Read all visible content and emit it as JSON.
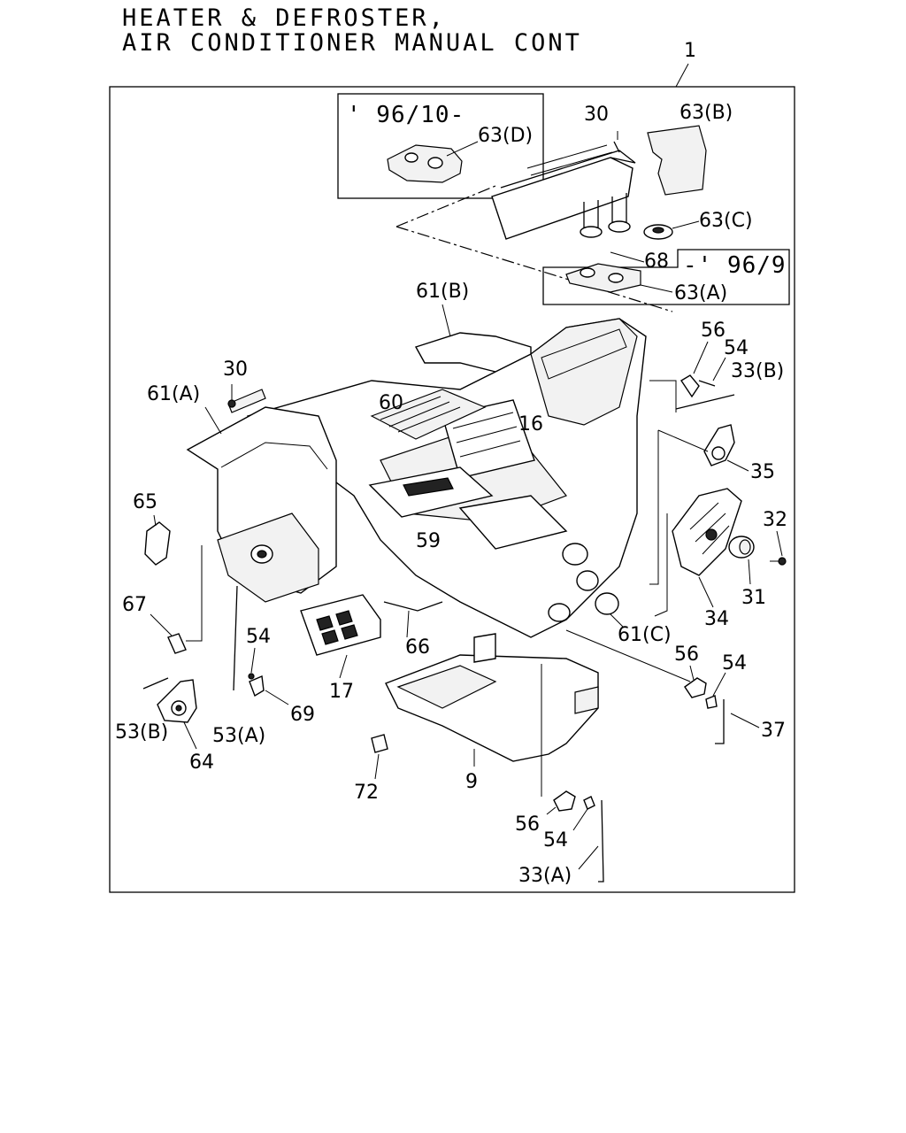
{
  "title": {
    "line1": "HEATER & DEFROSTER,",
    "line2": "AIR CONDITIONER MANUAL CONT"
  },
  "assembly_ref": "1",
  "inset_labels": {
    "from_date": "' 96/10-",
    "to_date": "-' 96/9"
  },
  "callouts": {
    "c30_top": "30",
    "c63b": "63(B)",
    "c63d": "63(D)",
    "c63c": "63(C)",
    "c68": "68",
    "c63a": "63(A)",
    "c61b": "61(B)",
    "c56_top": "56",
    "c54_top": "54",
    "c33b": "33(B)",
    "c30_left": "30",
    "c61a": "61(A)",
    "c60": "60",
    "c16": "16",
    "c35": "35",
    "c65": "65",
    "c32": "32",
    "c59": "59",
    "c31": "31",
    "c34": "34",
    "c67": "67",
    "c61c": "61(C)",
    "c66": "66",
    "c56_mid": "56",
    "c54_mid": "54",
    "c54_left": "54",
    "c69": "69",
    "c17": "17",
    "c37": "37",
    "c53b": "53(B)",
    "c53a": "53(A)",
    "c64": "64",
    "c72": "72",
    "c9": "9",
    "c56_bot": "56",
    "c54_bot": "54",
    "c33a": "33(A)"
  }
}
